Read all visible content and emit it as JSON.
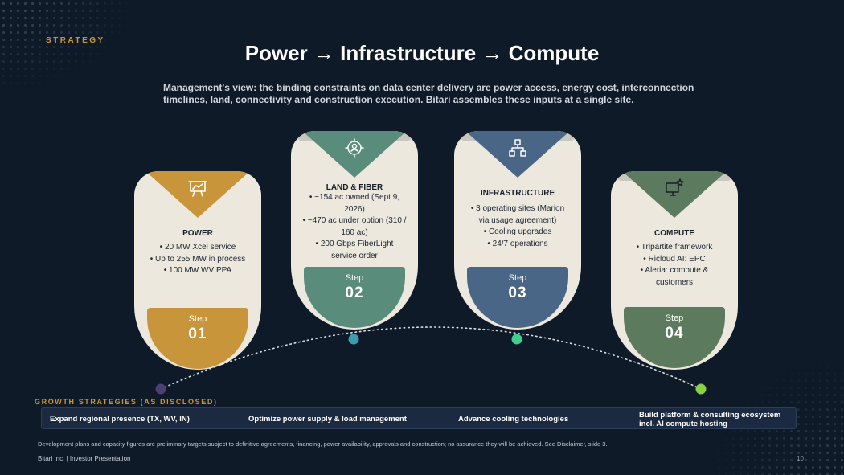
{
  "header": {
    "eyebrow": "STRATEGY",
    "title": "Power → Infrastructure → Compute",
    "subtitle": "Management's view: the binding constraints on data center delivery are power access, energy cost, interconnection timelines, land, connectivity and construction execution. Bitari assembles these inputs at a single site."
  },
  "steps": [
    {
      "title": "POWER",
      "color": "#c9953a",
      "icon": "presentation-chart-icon",
      "bullets": [
        "20 MW Xcel service",
        "Up to 255 MW in process",
        "100 MW WV PPA"
      ],
      "step_label": "Step",
      "step_num": "01"
    },
    {
      "title": "LAND & FIBER",
      "color": "#5a8c7c",
      "icon": "location-user-icon",
      "bullets": [
        "~154 ac owned (Sept 9, 2026)",
        "~470 ac under option (310 / 160 ac)",
        "200 Gbps FiberLight service order"
      ],
      "step_label": "Step",
      "step_num": "02"
    },
    {
      "title": "INFRASTRUCTURE",
      "color": "#4a6687",
      "icon": "network-hierarchy-icon",
      "bullets": [
        "3 operating sites (Marion via usage agreement)",
        "Cooling upgrades",
        "24/7 operations"
      ],
      "step_label": "Step",
      "step_num": "03"
    },
    {
      "title": "COMPUTE",
      "color": "#5c7a5e",
      "icon": "monitor-star-icon",
      "bullets": [
        "Tripartite framework",
        "Ricloud AI: EPC",
        "Aleria: compute & customers"
      ],
      "step_label": "Step",
      "step_num": "04"
    }
  ],
  "arc_dots": [
    "#4b3f73",
    "#3e9bb0",
    "#3fcf8e",
    "#8ad046"
  ],
  "growth": {
    "label": "GROWTH STRATEGIES (AS DISCLOSED)",
    "items": [
      "Expand regional presence (TX, WV, IN)",
      "Optimize power supply & load management",
      "Advance cooling technologies",
      "Build platform & consulting ecosystem incl. AI compute hosting"
    ]
  },
  "footer": {
    "disclaimer": "Development plans and capacity figures are preliminary targets subject to definitive agreements, financing, power availability, approvals and construction; no assurance they will be achieved. See Disclaimer, slide 3.",
    "company": "Bitari Inc.  |  Investor Presentation",
    "page": "10"
  }
}
